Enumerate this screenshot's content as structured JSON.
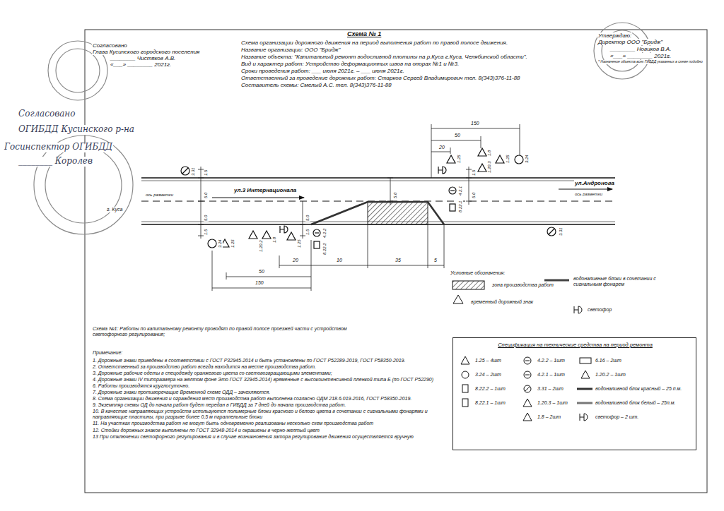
{
  "diagram": {
    "title": "Схема № 1",
    "nodes": [
      {
        "text": [
          "Спецификация на технические средства на период ремонта",
          "1.25 – 4шт",
          "3.24 – 2шт",
          "8.22.2 – 1шт",
          "8.22.1 – 1шт",
          "4.2.2 – 1шт",
          "4.2.1 – 1шт",
          "3.31 – 2шт",
          "1.20.3 – 1шт",
          "1.8 – 2шт",
          "6.16 – 2шт",
          "1.20.2 – 1шт",
          "водоналивной блок красный – 25 п.м.",
          "водоналивной блок белый – 25п.м.",
          "светофор – 2 шт."
        ]
      }
    ],
    "labels": [
      "Согласовано",
      "Глава Кусинского городского поселения",
      "________ Чистяков А.В.",
      "«___» ________ 2021г.",
      "Схема организации дорожного движения на период выполнения работ по правой полосе движения.",
      "Название организации: ООО \"Бридж\"",
      "Название объекта: \"Капитальный ремонт водосливной плотины на р.Куса г.Куса, Челябинской области\".",
      "Вид и характер работ: Устройство деформационных швов на опорах №1 и №3.",
      "Сроки проведения работ: ___ июня 2021г. – ___ июня 2021г.",
      "Ответственный за проведение дорожных работ: Старков Сергей Владимирович тел. 8(343)376-11-88",
      "Составитель схемы: Смелый А.С. тел. 8(343)376-11-88",
      "Утверждаю:",
      "Директор ООО \"Бридж\"",
      "________ Новиков В.А.",
      "«___» ________ 2021г.",
      "* Назначение объекта всех ГИБДД указанных в схеме подобно",
      "Согласовано",
      "ОГИБДД Кусинского р-на",
      "Госинспектор ОГИБДД",
      "________ Королев",
      "г. Куса",
      "ул.3 Интернационала",
      "ось разметки",
      "ул.Андронова",
      "ось разметки",
      "150",
      "50",
      "20",
      "150",
      "50",
      "20",
      "10",
      "35",
      "5",
      "1.5",
      "5.0",
      "5.0",
      "1.5",
      "5.0",
      "5.0",
      "1.5",
      "1.5",
      "5.0",
      "3.31",
      "1.25",
      "1.8",
      "1.20.3",
      "1.25",
      "3.24",
      "4.2.1",
      "8.22.1",
      "4.2.2",
      "8.22.2",
      "3.24",
      "1.25",
      "1.20.2",
      "1.8",
      "1.25",
      "3.31",
      "Условные обозначения:",
      "Схема №1: Работы по капитальному ремонту проводят по правой полосе проезжей части с устройством светофорного регулирования;",
      "Примечание:",
      "1. Дорожные знаки приведены в соответствии с ГОСТ Р32945-2014 и быть установлены по ГОСТ Р52289-2019, ГОСТ Р58350-2019.",
      "2. Ответственный за производство работ всегда находится на месте производства работ.",
      "3. Дорожные рабочие одеты в спецодежду оранжевого цвета со световозвращающими элементами;",
      "4. Дорожные знаки IV типоразмера на желтом фоне Это ГОСТ 32945-2014) временные с высокоинтенсивной пленкой типа Б (по ГОСТ Р52290)",
      "6. Работы производятся круглосуточно.",
      "7. Дорожные знаки противоречащие Временной схеме ОДД – зачехляются.",
      "8. Схема организации движения и ограждения мест производства работ выполнена согласно ОДМ 218.6.019-2016, ГОСТ Р58350-2019.",
      "9. Экземпляр схемы ОД до начала работ будет передан в ГИБДД за 7 дней до начала производства работ.",
      "10. В качестве направляющих устройств используются полимерные блоки красного и белого цвета в сочетании с сигнальными фонарями и направляющие пластины, при разрыве более 0,5 м параллельные блоки",
      "11. На участках производства работ не могут быть одновременно реализованы несколько схем производства работ",
      "12. Стойки дорожных знаков выполнены по ГОСТ 32948-2014 и окрашены в черно-желтый цвет",
      "13 При отключении светофорного регулирования и в случае возникновения затора регулирование движения осуществляется вручную"
    ],
    "legend": [
      {
        "text": "зона производства работ"
      },
      {
        "text": "временный дорожный знак"
      },
      {
        "text": "водоналивные блоки в сочетании с сигнальным фонарем"
      },
      {
        "text": "светофор"
      }
    ]
  }
}
